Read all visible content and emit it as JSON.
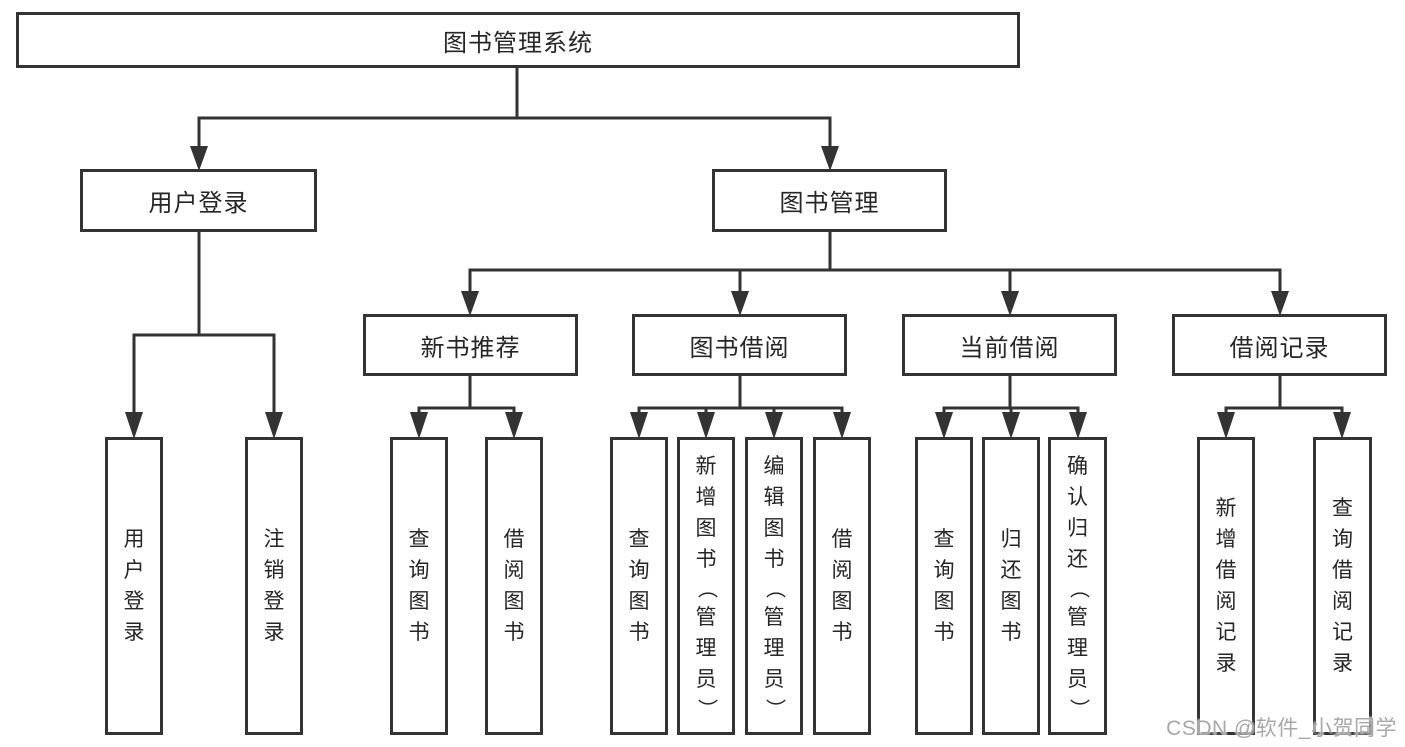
{
  "tree": {
    "root": {
      "label": "图书管理系统"
    },
    "branches": [
      {
        "label": "用户登录",
        "children": [
          {
            "label": "用户登录"
          },
          {
            "label": "注销登录"
          }
        ]
      },
      {
        "label": "图书管理",
        "children": [
          {
            "label": "新书推荐",
            "children": [
              {
                "label": "查询图书"
              },
              {
                "label": "借阅图书"
              }
            ]
          },
          {
            "label": "图书借阅",
            "children": [
              {
                "label": "查询图书"
              },
              {
                "label": "新增图书（管理员）"
              },
              {
                "label": "编辑图书（管理员）"
              },
              {
                "label": "借阅图书"
              }
            ]
          },
          {
            "label": "当前借阅",
            "children": [
              {
                "label": "查询图书"
              },
              {
                "label": "归还图书"
              },
              {
                "label": "确认归还（管理员）"
              }
            ]
          },
          {
            "label": "借阅记录",
            "children": [
              {
                "label": "新增借阅记录"
              },
              {
                "label": "查询借阅记录"
              }
            ]
          }
        ]
      }
    ]
  },
  "watermark": {
    "text": "CSDN @软件_小贺同学"
  },
  "colors": {
    "line": "#333333",
    "text": "#262626",
    "watermark": "#a8a8a8",
    "background": "#ffffff"
  }
}
